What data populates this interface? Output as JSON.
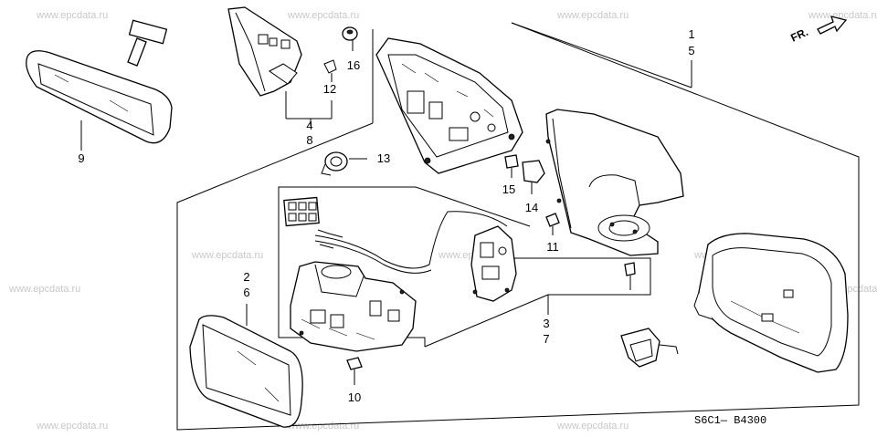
{
  "watermark": "www.epcdata.ru",
  "diagram_code": "S6C1— B4300",
  "direction_label": "FR.",
  "callouts": {
    "c1": "1",
    "c5": "5",
    "c2": "2",
    "c6": "6",
    "c3": "3",
    "c7": "7",
    "c4": "4",
    "c8": "8",
    "c9": "9",
    "c10": "10",
    "c11": "11",
    "c12": "12",
    "c13": "13",
    "c14": "14",
    "c15": "15",
    "c16": "16"
  }
}
